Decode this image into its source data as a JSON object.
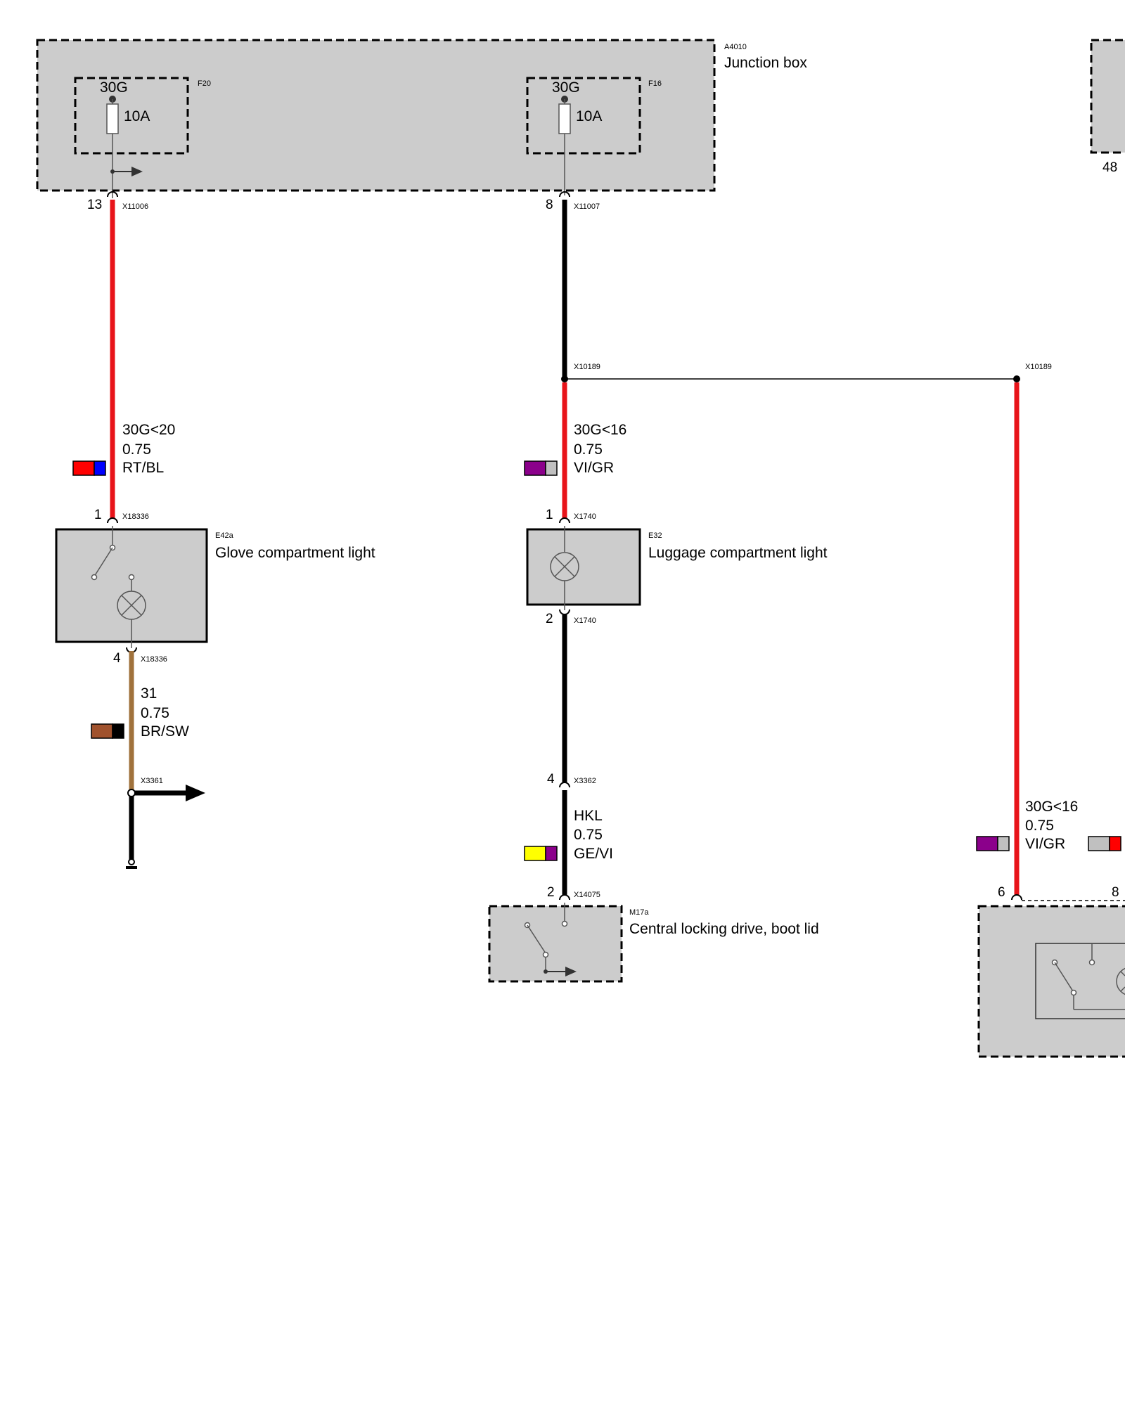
{
  "junction_box": {
    "ref": "A4010",
    "name": "Junction box",
    "fuses": [
      {
        "ref": "F20",
        "terminal": "30G",
        "rating": "10A"
      },
      {
        "ref": "F16",
        "terminal": "30G",
        "rating": "10A"
      }
    ],
    "connectors": [
      {
        "pin": "13",
        "ref": "X11006"
      },
      {
        "pin": "8",
        "ref": "X11007"
      }
    ]
  },
  "partial_right_component": {
    "pin": "48"
  },
  "splice": {
    "left_ref": "X10189",
    "right_ref": "X10189"
  },
  "wires": [
    {
      "signal": "30G<20",
      "size": "0.75",
      "color": "RT/BL",
      "colors": [
        "#ff0000",
        "#0000ff"
      ]
    },
    {
      "signal": "30G<16",
      "size": "0.75",
      "color": "VI/GR",
      "colors": [
        "#8b008b",
        "#c0c0c0"
      ]
    },
    {
      "signal": "31",
      "size": "0.75",
      "color": "BR/SW",
      "colors": [
        "#a0522d",
        "#000000"
      ]
    },
    {
      "signal": "HKL",
      "size": "0.75",
      "color": "GE/VI",
      "colors": [
        "#ffff00",
        "#8b008b"
      ]
    },
    {
      "signal": "30G<16",
      "size": "0.75",
      "color": "VI/GR",
      "colors": [
        "#8b008b",
        "#c0c0c0"
      ]
    }
  ],
  "extra_wire_swatch": {
    "colors": [
      "#c0c0c0",
      "#ff0000"
    ]
  },
  "glove_light": {
    "ref": "E42a",
    "name": "Glove compartment light",
    "pin_top": "1",
    "pin_top_ref": "X18336",
    "pin_bottom": "4",
    "pin_bottom_ref": "X18336"
  },
  "luggage_light": {
    "ref": "E32",
    "name": "Luggage compartment light",
    "pin_top": "1",
    "pin_top_ref": "X1740",
    "pin_bottom": "2",
    "pin_bottom_ref": "X1740"
  },
  "ground_connector": {
    "ref": "X3361"
  },
  "central_locking": {
    "ref": "M17a",
    "name": "Central locking drive, boot lid",
    "connector_pin": "4",
    "connector_ref": "X3362",
    "pin": "2",
    "pin_ref": "X14075"
  },
  "right_component": {
    "pin_left": "6",
    "pin_right": "8"
  },
  "colors": {
    "component_fill": "#cccccc",
    "wire_red": "#e8141a",
    "wire_black": "#000000",
    "wire_brown": "#a0723c"
  }
}
